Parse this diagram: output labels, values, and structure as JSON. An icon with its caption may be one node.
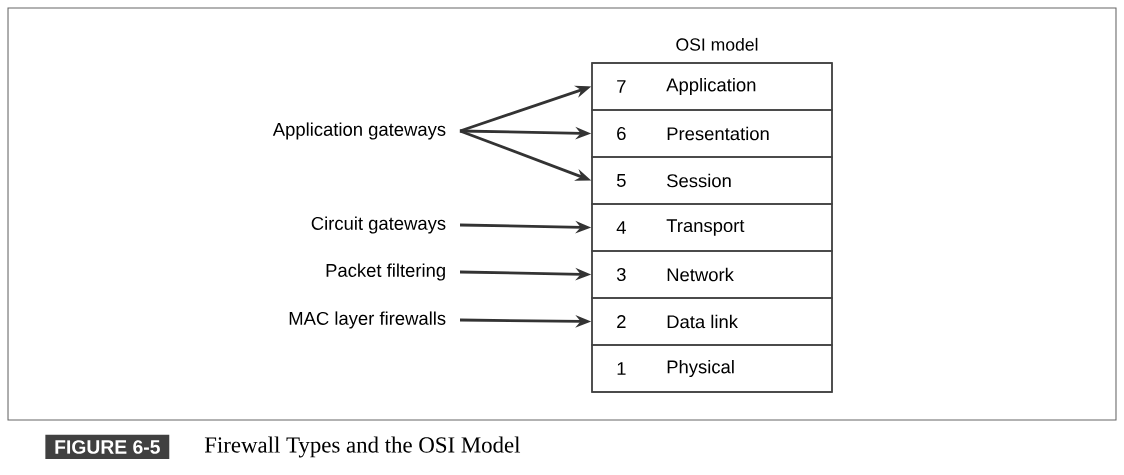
{
  "diagram": {
    "caption": "Firewall Types and the OSI Model",
    "nodes": [
      {
        "text": [
          "OSI model"
        ]
      },
      {
        "text": [
          "7",
          "Application"
        ],
        "in": 0
      },
      {
        "text": [
          "6",
          "Presentation"
        ],
        "in": 0
      },
      {
        "text": [
          "5",
          "Session"
        ],
        "in": 0
      },
      {
        "text": [
          "4",
          "Transport"
        ],
        "in": 0
      },
      {
        "text": [
          "3",
          "Network"
        ],
        "in": 0
      },
      {
        "text": [
          "2",
          "Data link"
        ],
        "in": 0
      },
      {
        "text": [
          "1",
          "Physical"
        ],
        "in": 0
      },
      {
        "text": [
          "Application gateways"
        ]
      },
      {
        "text": [
          "Circuit gateways"
        ]
      },
      {
        "text": [
          "Packet filtering"
        ]
      },
      {
        "text": [
          "MAC layer firewalls"
        ]
      }
    ],
    "edges": [
      {
        "from": 8,
        "to": 1,
        "arrow": "to"
      },
      {
        "from": 8,
        "to": 2,
        "arrow": "to"
      },
      {
        "from": 8,
        "to": 3,
        "arrow": "to"
      },
      {
        "from": 9,
        "to": 4,
        "arrow": "to"
      },
      {
        "from": 10,
        "to": 5,
        "arrow": "to"
      },
      {
        "from": 11,
        "to": 6,
        "arrow": "to"
      }
    ],
    "labels": [
      "FIGURE 6-5"
    ]
  }
}
